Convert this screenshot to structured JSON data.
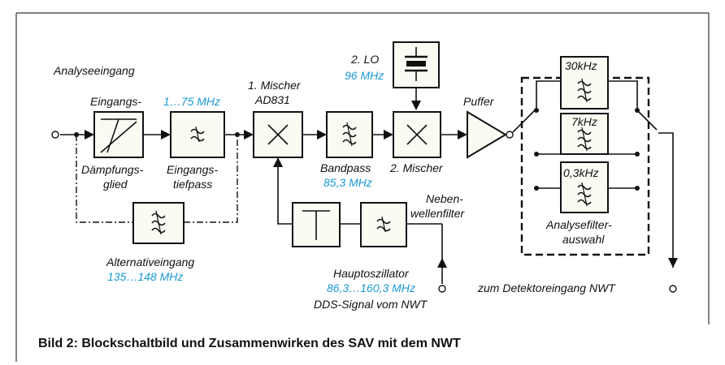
{
  "labels": {
    "analyseeingang": "Analyseeingang",
    "eingangs": "Eingangs-",
    "daempfungs": "Dämpfungs-",
    "glied": "glied",
    "tp_range": "1…75 MHz",
    "eingangs2": "Eingangs-",
    "tiefpass": "tiefpass",
    "mischer1": "1. Mischer",
    "ad831": "AD831",
    "lo2": "2. LO",
    "lo2_freq": "96 MHz",
    "bandpass": "Bandpass",
    "bandpass_freq": "85,3 MHz",
    "mischer2": "2. Mischer",
    "puffer": "Puffer",
    "f30k": "30kHz",
    "f7k": "7kHz",
    "f03k": "0,3kHz",
    "analysefilter": "Analysefilter-",
    "auswahl": "auswahl",
    "neben": "Neben-",
    "wellenfilter": "wellenfilter",
    "alternativeingang": "Alternativeingang",
    "alt_range": "135…148 MHz",
    "hauptoszillator": "Hauptoszillator",
    "osc_range": "86,3…160,3 MHz",
    "dds": "DDS-Signal vom NWT",
    "detektor": "zum Detektoreingang NWT"
  },
  "caption": "Bild 2: Blockschaltbild und Zusammenwirken des SAV mit dem NWT",
  "colors": {
    "text": "#111111",
    "frequency": "#1a9ad6",
    "block_fill": "#fbfbf4",
    "frame": "#333333"
  }
}
